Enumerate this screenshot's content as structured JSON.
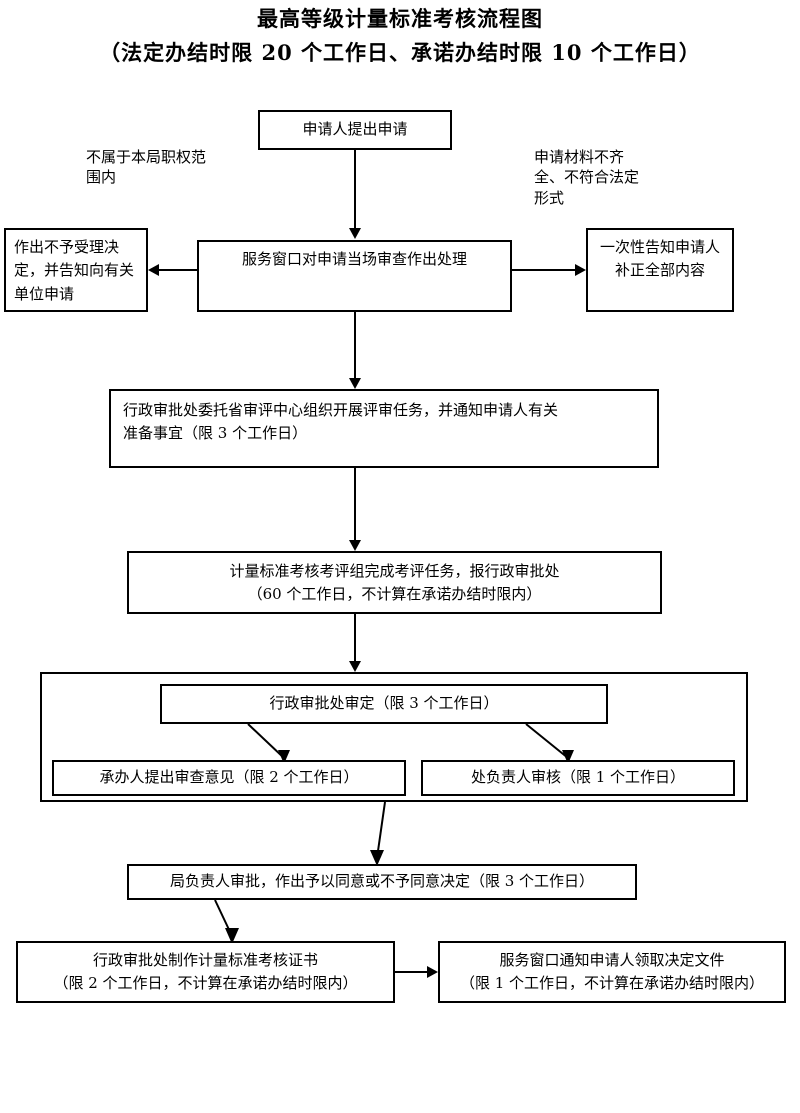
{
  "title": {
    "line1": "最高等级计量标准考核流程图",
    "line2": "（法定办结时限 20 个工作日、承诺办结时限 10 个工作日）"
  },
  "labels": {
    "left_condition": "不属于本局职权范围内",
    "right_condition": "申请材料不齐全、不符合法定形式"
  },
  "nodes": {
    "applicant_submit": "申请人提出申请",
    "service_window_review": "服务窗口对申请当场审查作出处理",
    "not_accepted": "作出不予受理决定，并告知向有关单位申请",
    "one_time_notice": "一次性告知申请人补正全部内容",
    "entrust_review_line1": "行政审批处委托省审评中心组织开展评审任务，并通知申请人有关",
    "entrust_review_line2": "准备事宜（限 3 个工作日）",
    "assessment_group_line1": "计量标准考核考评组完成考评任务，报行政审批处",
    "assessment_group_line2": "（60 个工作日，不计算在承诺办结时限内）",
    "approval_office_decide": "行政审批处审定（限 3 个工作日）",
    "handler_opinion": "承办人提出审查意见（限 2 个工作日）",
    "division_head_review": "处负责人审核（限 1 个工作日）",
    "bureau_head_approve": "局负责人审批，作出予以同意或不予同意决定（限 3 个工作日）",
    "make_certificate_line1": "行政审批处制作计量标准考核证书",
    "make_certificate_line2": "（限 2 个工作日，不计算在承诺办结时限内）",
    "notify_pickup_line1": "服务窗口通知申请人领取决定文件",
    "notify_pickup_line2": "（限 1 个工作日，不计算在承诺办结时限内）"
  },
  "colors": {
    "line": "#000000",
    "background": "#ffffff",
    "text": "#000000"
  }
}
